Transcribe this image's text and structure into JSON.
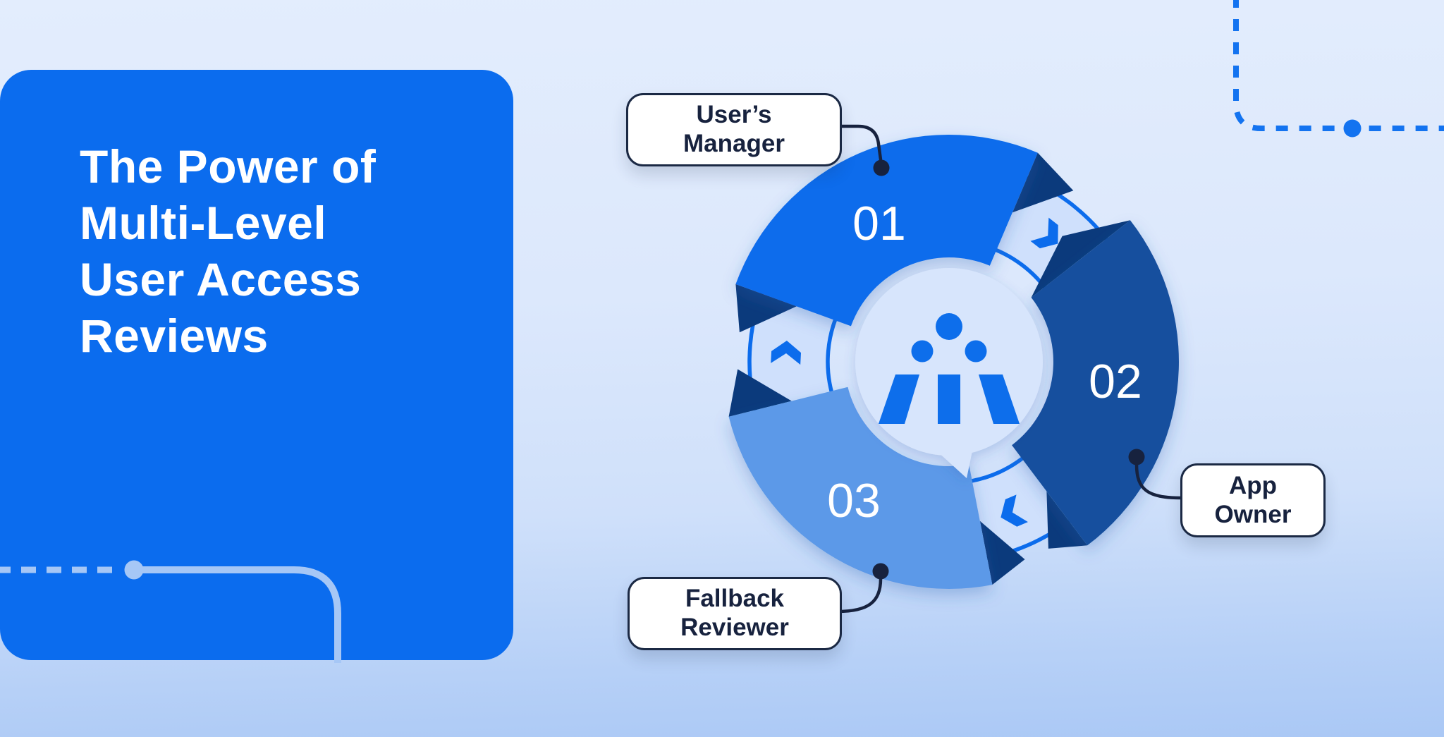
{
  "title": {
    "lines": [
      "The Power of",
      "Multi-Level",
      "User Access",
      "Reviews"
    ]
  },
  "diagram": {
    "type": "cycle",
    "flow": "clockwise",
    "center_icon": "crown-people-logo",
    "steps": [
      {
        "number": "01",
        "label_lines": [
          "User’s",
          "Manager"
        ]
      },
      {
        "number": "02",
        "label_lines": [
          "App",
          "Owner"
        ]
      },
      {
        "number": "03",
        "label_lines": [
          "Fallback",
          "Reviewer"
        ]
      }
    ]
  },
  "colors": {
    "card_blue": "#0b6cee",
    "segment_01": "#0c6cec",
    "segment_02": "#17509e",
    "segment_03": "#5c99e8",
    "ribbon_fold": "#0b3a7c",
    "arc_fill": "#cfe0fc",
    "arc_stroke": "#0c6cec",
    "bubble_fill": "#d7e5fc",
    "logo_blue": "#0d6eeb",
    "label_text": "#17223e",
    "label_border": "#1b2944",
    "connector": "#17223e",
    "decor_light": "#a6c7f6",
    "decor_blue": "#1373f0",
    "title_text": "#ffffff"
  }
}
